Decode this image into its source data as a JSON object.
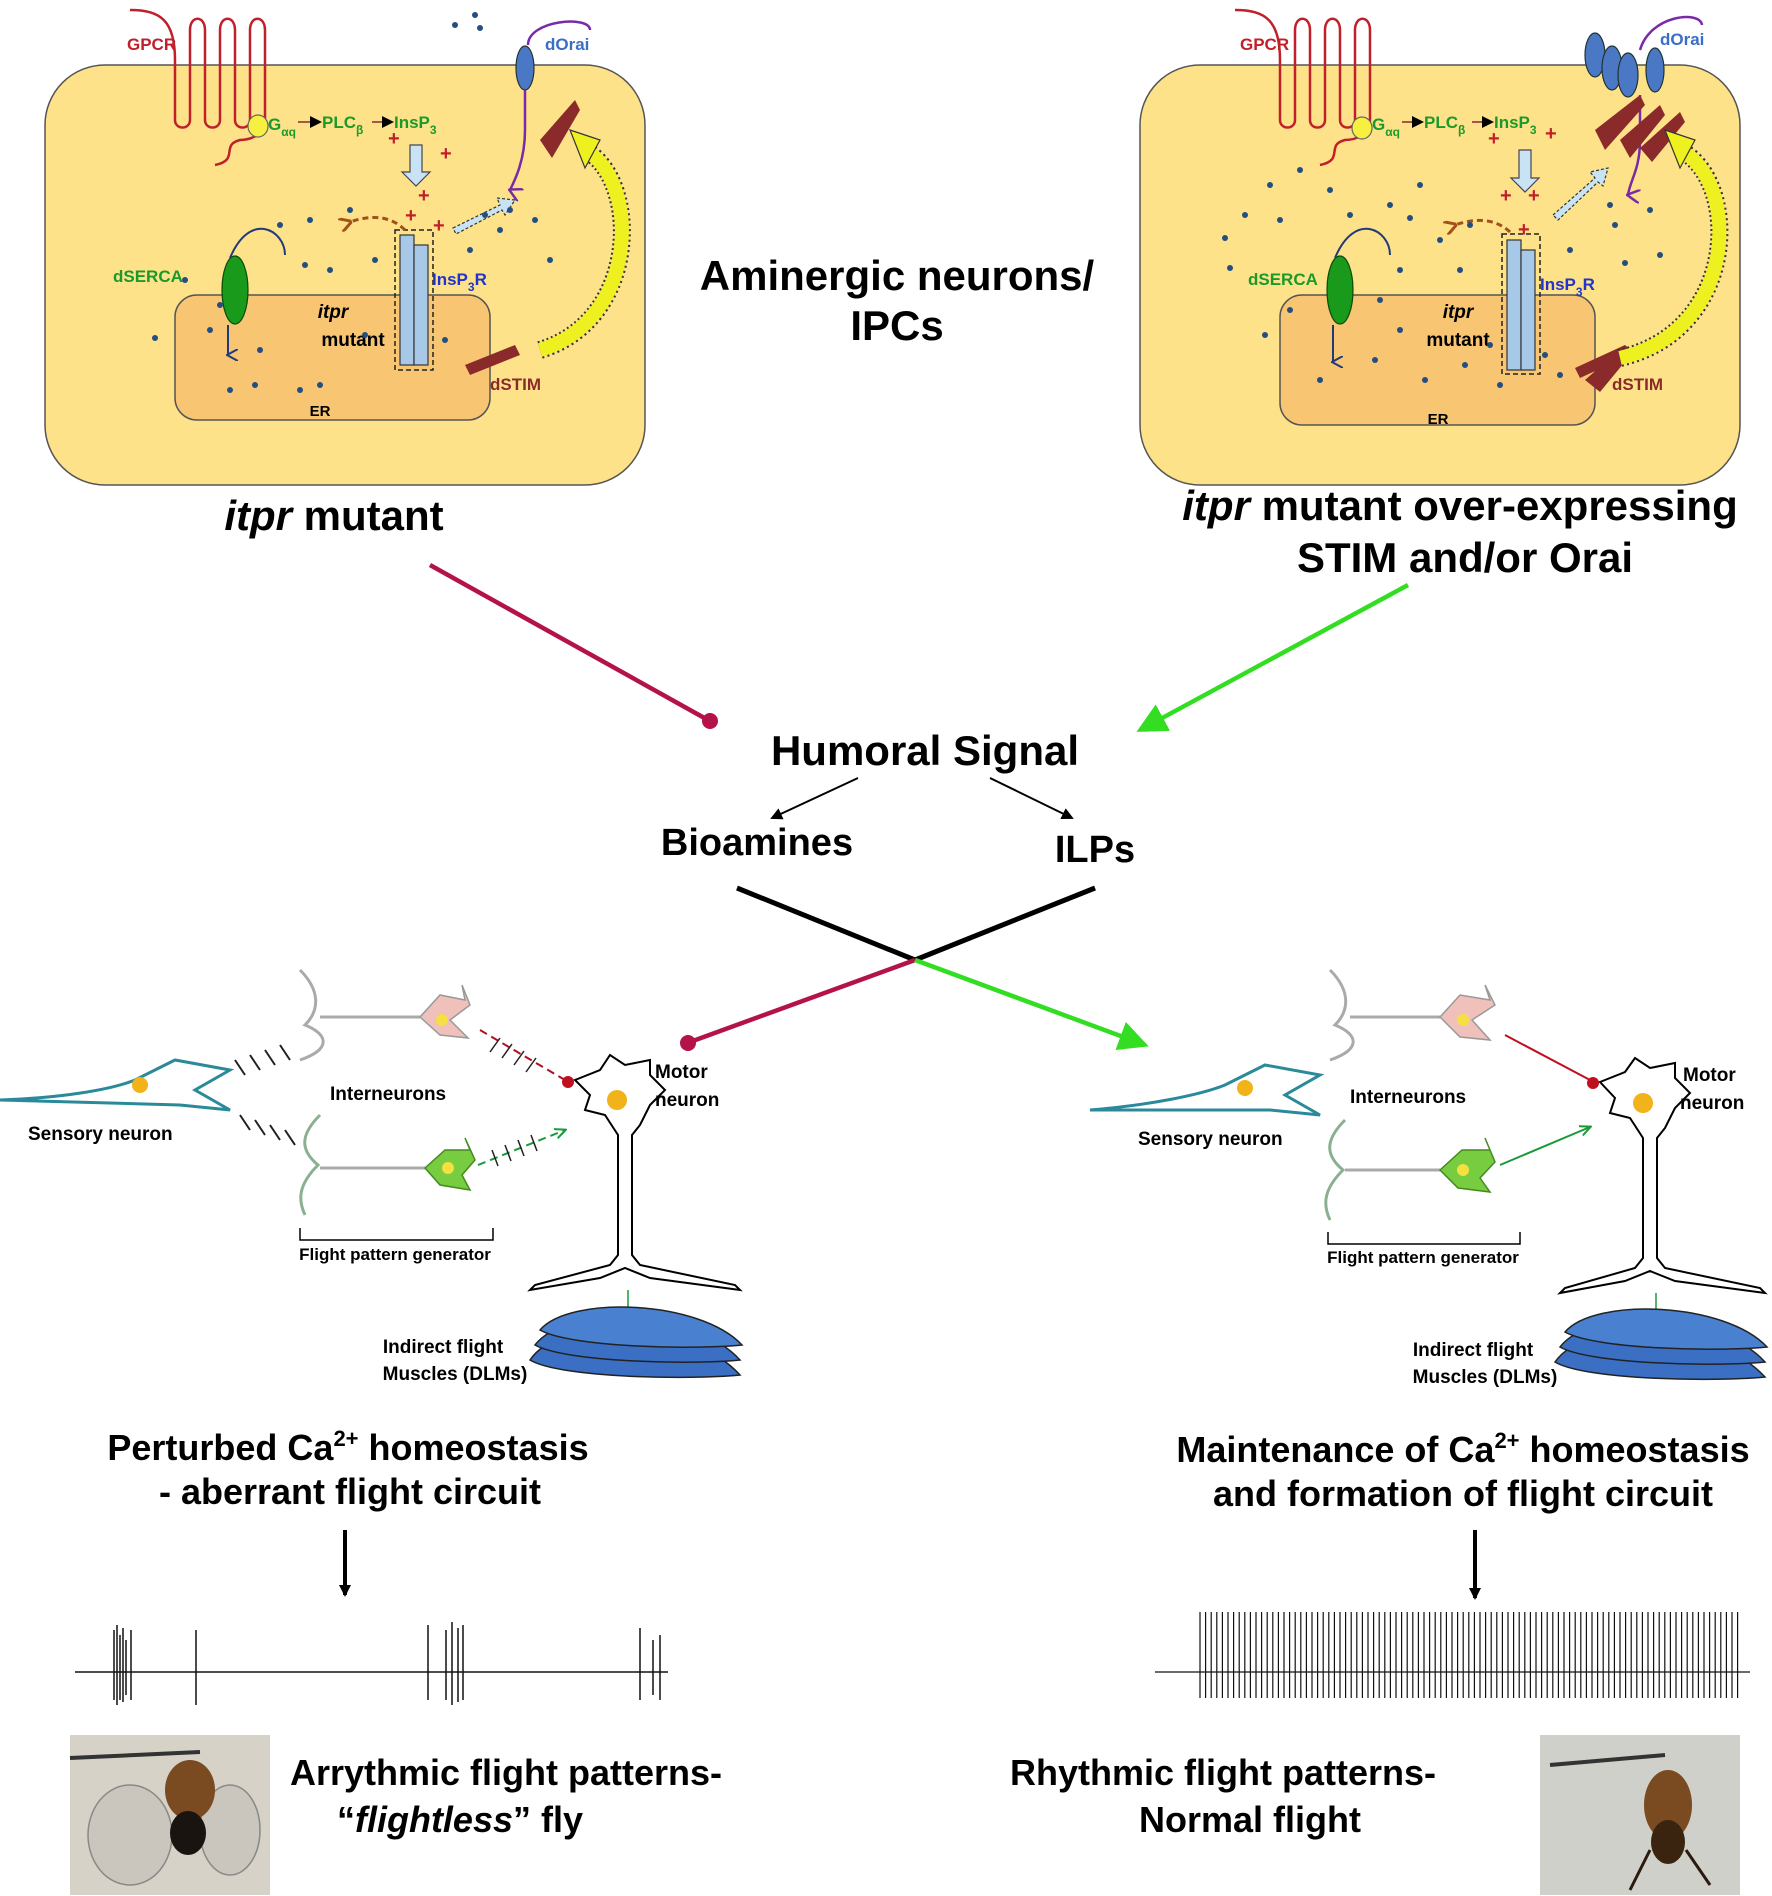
{
  "center_title": {
    "line1": "Aminergic neurons/",
    "line2": "IPCs"
  },
  "cell_left": {
    "gpcr": "GPCR",
    "dorai": "dOrai",
    "galpha": "G",
    "galpha_sub": "αq",
    "plc": "PLC",
    "plc_sub": "β",
    "insp3": "InsP",
    "insp3_sub": "3",
    "dserca": "dSERCA",
    "insp3r": "InsP",
    "insp3r_sub": "3",
    "insp3r_r": "R",
    "itpr": "itpr",
    "mutant": "mutant",
    "er": "ER",
    "dstim": "dSTIM",
    "caption_italic": "itpr",
    "caption_rest": " mutant"
  },
  "cell_right": {
    "gpcr": "GPCR",
    "dorai": "dOrai",
    "galpha": "G",
    "galpha_sub": "αq",
    "plc": "PLC",
    "plc_sub": "β",
    "insp3": "InsP",
    "insp3_sub": "3",
    "dserca": "dSERCA",
    "insp3r": "InsP",
    "insp3r_sub": "3",
    "insp3r_r": "R",
    "itpr": "itpr",
    "mutant": "mutant",
    "er": "ER",
    "dstim": "dSTIM",
    "caption_italic": "itpr",
    "caption_rest": " mutant over-expressing",
    "caption_line2": "STIM and/or Orai"
  },
  "humoral": {
    "title": "Humoral Signal",
    "left": "Bioamines",
    "right": "ILPs"
  },
  "circuit_left": {
    "interneurons": "Interneurons",
    "sensory": "Sensory neuron",
    "motor1": "Motor",
    "motor2": "neuron",
    "fpg": "Flight pattern generator",
    "muscle1": "Indirect flight",
    "muscle2": "Muscles (DLMs)"
  },
  "circuit_right": {
    "interneurons": "Interneurons",
    "sensory": "Sensory neuron",
    "motor1": "Motor",
    "motor2": "neuron",
    "fpg": "Flight pattern generator",
    "muscle1": "Indirect flight",
    "muscle2": "Muscles (DLMs)"
  },
  "outcome_left": {
    "line1a": "Perturbed Ca",
    "line1sup": "2+",
    "line1b": " homeostasis",
    "line2": "- aberrant flight circuit",
    "flight1": "Arrythmic flight patterns-",
    "flight2a": "“",
    "flight2i": "flightless",
    "flight2b": "” fly"
  },
  "outcome_right": {
    "line1a": "Maintenance of Ca",
    "line1sup": "2+",
    "line1b": " homeostasis",
    "line2": "and formation of flight circuit",
    "flight1": "Rhythmic flight patterns-",
    "flight2": "Normal flight"
  },
  "colors": {
    "cell": "#fde289",
    "er": "#f8c673",
    "inhibit": "#b4124a",
    "activate": "#33dd22",
    "gpcr": "#c0202a",
    "green_label": "#1a9a2a",
    "blue_label": "#2233cc",
    "brown": "#8b2a2a",
    "dot": "#234e80",
    "muscle": "#3a6fc4",
    "sensory": "#2a8a9a"
  }
}
